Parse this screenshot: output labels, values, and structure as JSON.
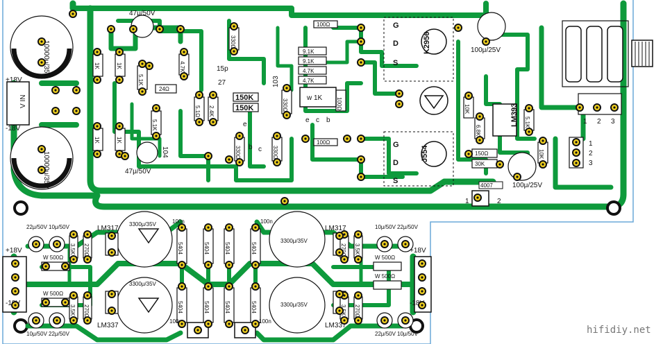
{
  "upper_board": {
    "caps": [
      "10000μ/35V",
      "10000μ/35V",
      "47μ/50V",
      "47μ/50V",
      "100μ/25V",
      "100μ/25V"
    ],
    "resistors": [
      "1K",
      "1K",
      "1K",
      "1K",
      "5.1K",
      "5.1K",
      "4.7K",
      "24Ω",
      "5.1Ω",
      "2.4K",
      "150K",
      "150K",
      "330Ω",
      "330Ω",
      "330Ω",
      "330Ω",
      "100Ω",
      "100Ω",
      "100Ω",
      "9.1K",
      "9.1K",
      "4.7K",
      "4.7K",
      "10K",
      "6.8K",
      "150Ω",
      "30K",
      "5.1K",
      "10K"
    ],
    "labels": {
      "power_in": "V IN",
      "plus18": "+18V",
      "minus18": "-18V",
      "trimmer": "w 1K",
      "chip": "LM393",
      "jfet_top": "K2956",
      "jfet_bottom": "J554",
      "diode": "4007",
      "cap_15p": "15p",
      "cap_103": "103",
      "cap_104": "104",
      "resistor_27": "27",
      "gate": "G",
      "drain": "D",
      "source": "S",
      "e": "e",
      "b": "b",
      "c": "c",
      "pin1": "1",
      "pin2": "2",
      "pin3": "3"
    }
  },
  "lower_board": {
    "regulators": [
      "LM317",
      "LM337",
      "LM317",
      "LM337"
    ],
    "big_caps": [
      "3300μ/35V",
      "3300μ/35V",
      "3300μ/35V",
      "3300μ/35V"
    ],
    "small_caps": [
      "10μ/50V",
      "22μ/50V",
      "100n",
      "100n",
      "100n",
      "100n"
    ],
    "trimmers": [
      "W 500Ω",
      "W 500Ω",
      "W 500Ω",
      "W 500Ω"
    ],
    "diodes": [
      "5404",
      "5404",
      "5404",
      "5404",
      "5404",
      "5404",
      "5404",
      "5404"
    ],
    "resistors": [
      "3.5K",
      "270Ω",
      "3.5K",
      "270Ω",
      "270Ω",
      "3.5K",
      "3.5K",
      "270Ω"
    ],
    "plus18": "+18V",
    "minus18": "-18V"
  },
  "watermark": "hifidiy.net"
}
